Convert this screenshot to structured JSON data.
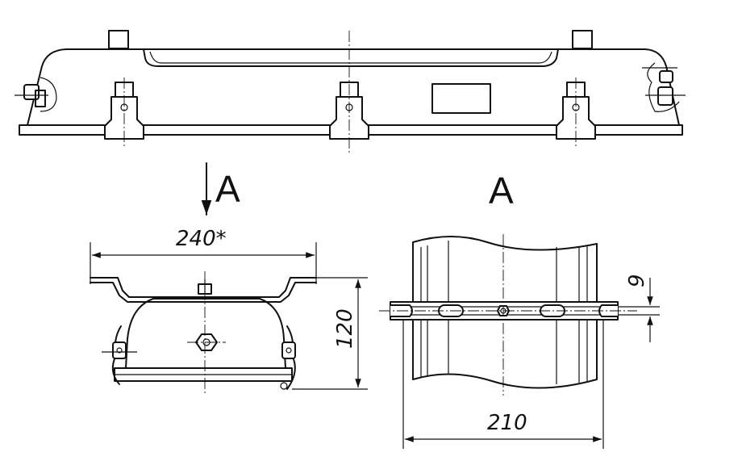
{
  "view_marker": {
    "letter": "A"
  },
  "section_title": {
    "letter": "A"
  },
  "dimensions": {
    "width_mounting": "240*",
    "height_side": "120",
    "slot_spacing": "9",
    "width_bracket": "210"
  }
}
